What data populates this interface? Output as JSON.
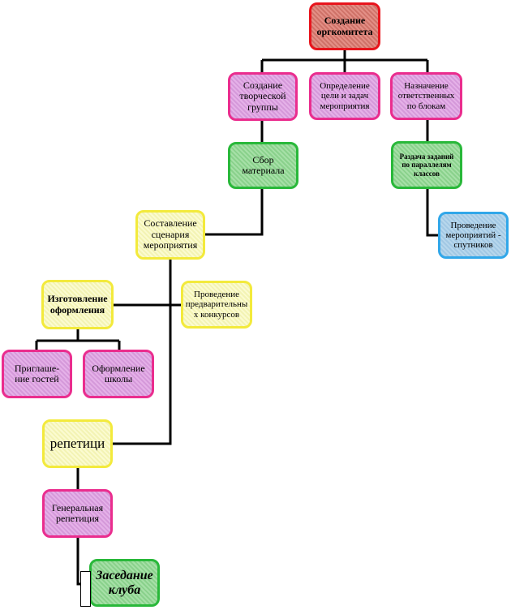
{
  "diagram": {
    "nodes": {
      "orgcommittee": {
        "label": "Создание оргкомитета"
      },
      "creative_group": {
        "label": "Создание творческой группы"
      },
      "goals": {
        "label": "Определение цели и задач мероприятия"
      },
      "responsible": {
        "label": "Назначение ответственных по блокам"
      },
      "collect": {
        "label": "Сбор материала"
      },
      "tasks_parallel": {
        "label": "Раздача заданий по параллелям классов"
      },
      "satellite_events": {
        "label": "Проведение мероприятий - спутников"
      },
      "script": {
        "label": "Составление сценария мероприятия"
      },
      "decor_making": {
        "label": "Изготовление оформления"
      },
      "prelim_contests": {
        "label": "Проведение предварительны х конкурсов"
      },
      "invite_guests": {
        "label": "Приглаше-ние гостей"
      },
      "school_decor": {
        "label": "Оформление школы"
      },
      "rehearsals": {
        "label": "репетици"
      },
      "general_rehearsal": {
        "label": "Генеральная репетиция"
      },
      "club_meeting": {
        "label": "Заседание клуба"
      }
    },
    "colors": {
      "connector": "#000000",
      "red_border": "#e8141c",
      "pink_border": "#ea2d8e",
      "green_border": "#29b83a",
      "yellow_border": "#f3ea3c",
      "blue_border": "#31a7e9"
    }
  }
}
